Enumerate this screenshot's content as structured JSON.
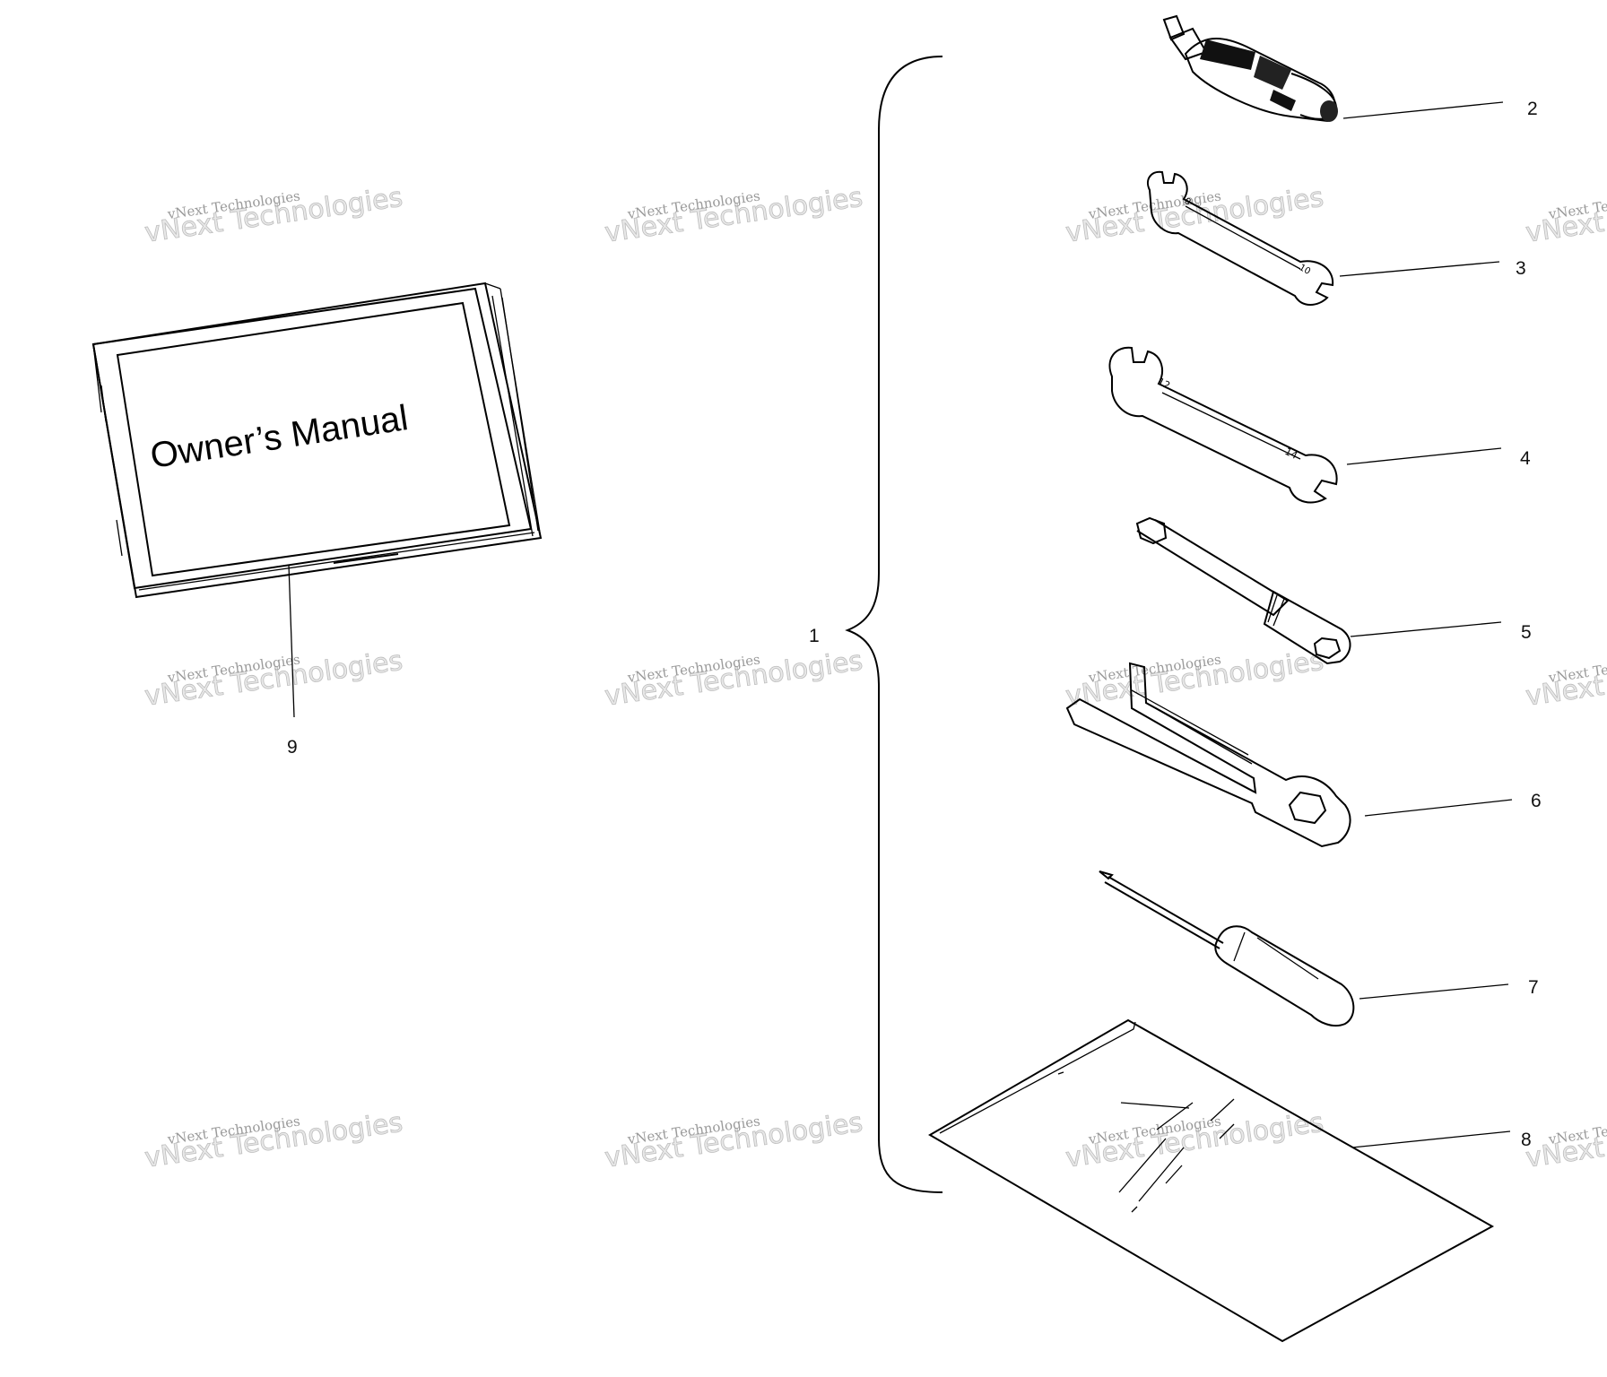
{
  "manual": {
    "title": "Owner’s Manual"
  },
  "callouts": [
    {
      "id": "1",
      "label": "1"
    },
    {
      "id": "2",
      "label": "2"
    },
    {
      "id": "3",
      "label": "3"
    },
    {
      "id": "4",
      "label": "4"
    },
    {
      "id": "5",
      "label": "5"
    },
    {
      "id": "6",
      "label": "6"
    },
    {
      "id": "7",
      "label": "7"
    },
    {
      "id": "8",
      "label": "8"
    },
    {
      "id": "9",
      "label": "9"
    }
  ],
  "watermark": {
    "line1": "vNext Technologies",
    "line2": "vNext Technologies"
  }
}
